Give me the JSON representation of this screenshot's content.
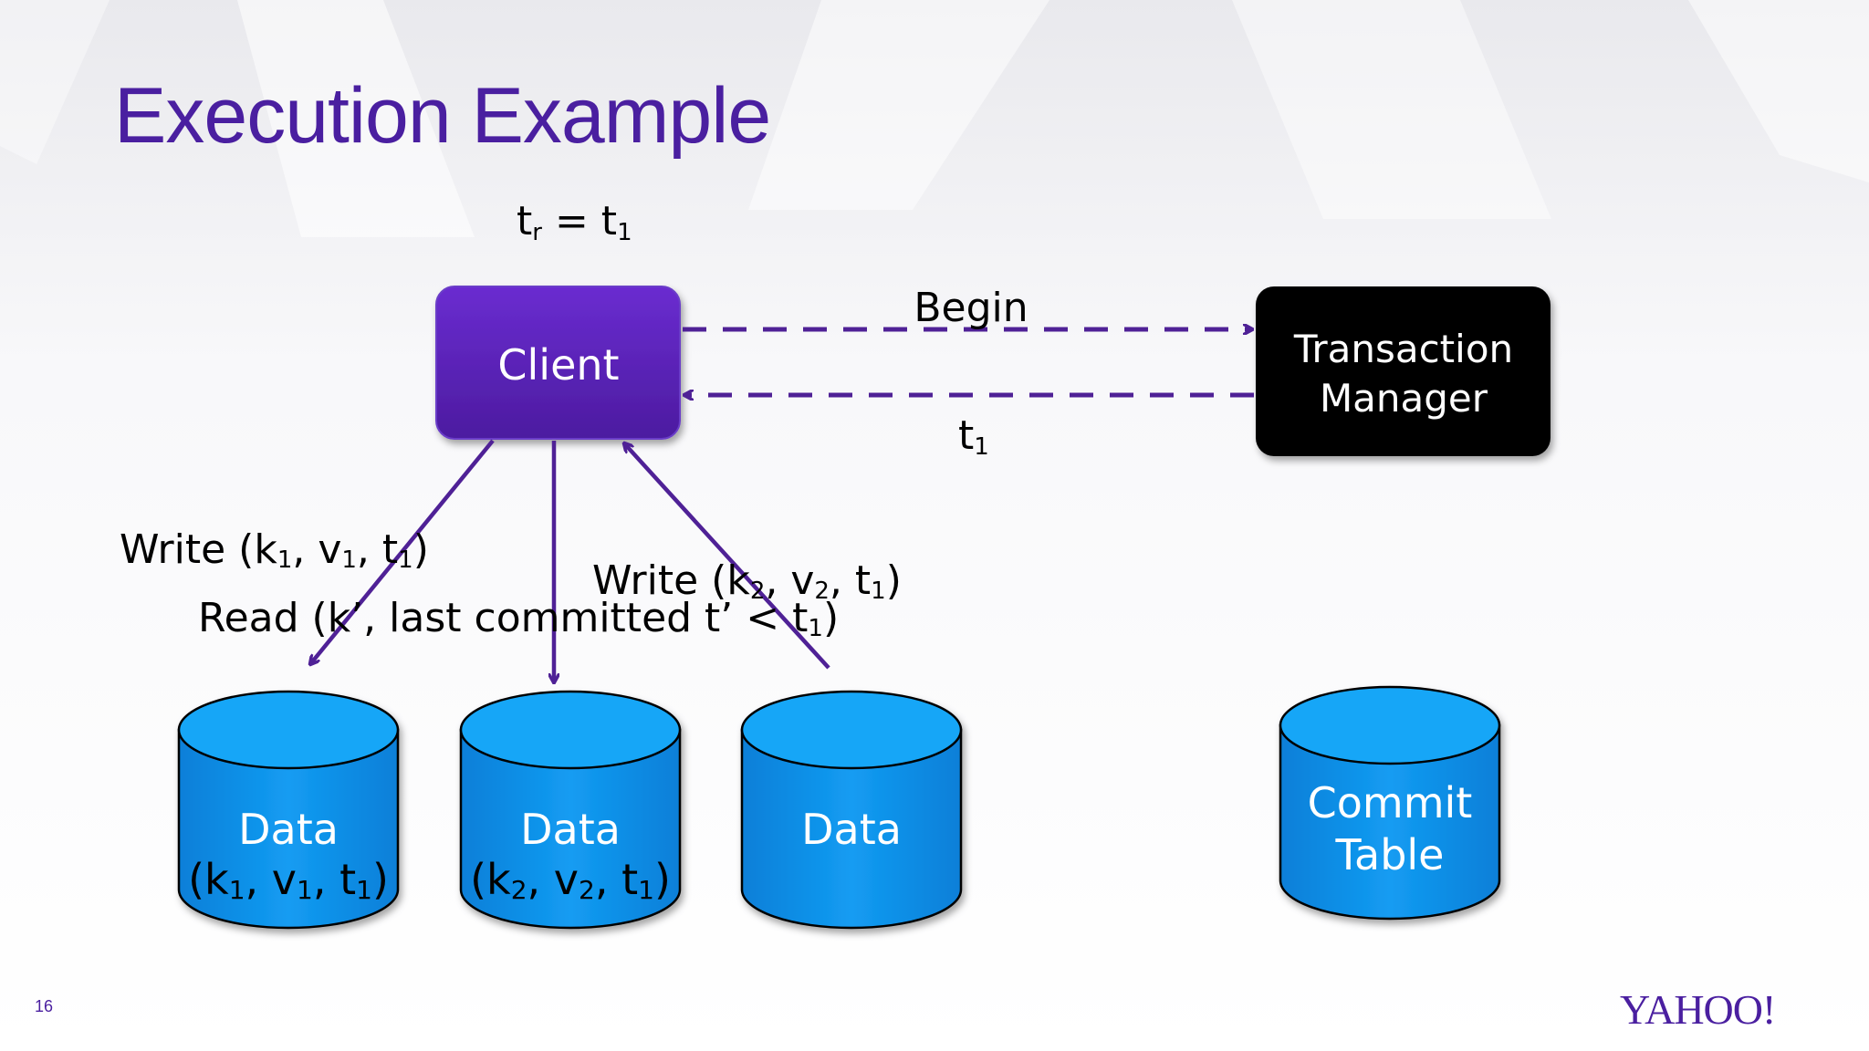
{
  "slide": {
    "title": "Execution Example",
    "number": "16",
    "logo_text": "YAHOO!"
  },
  "diagram": {
    "timestamp_label": {
      "main": "t",
      "sub_r": "r",
      "eq": " = t",
      "sub_1": "1"
    },
    "client": {
      "label": "Client"
    },
    "transaction_manager": {
      "line1": "Transaction",
      "line2": "Manager"
    },
    "begin_label": "Begin",
    "reply_label": {
      "main": "t",
      "sub": "1"
    },
    "write1": {
      "pre": "Write (k",
      "s1": "1",
      "mid1": ", v",
      "s2": "1",
      "mid2": ", t",
      "s3": "1",
      "post": ")"
    },
    "write2": {
      "pre": "Write (k",
      "s1": "2",
      "mid1": ", v",
      "s2": "2",
      "mid2": ", t",
      "s3": "1",
      "post": ")"
    },
    "read": {
      "pre": "Read (k’, last committed t’ < t",
      "s1": "1",
      "post": ")"
    },
    "data1": {
      "line1": "Data",
      "pre": "(k",
      "s1": "1",
      "mid1": ", v",
      "s2": "1",
      "mid2": ", t",
      "s3": "1",
      "post": ")"
    },
    "data2": {
      "line1": "Data",
      "pre": "(k",
      "s1": "2",
      "mid1": ", v",
      "s2": "2",
      "mid2": ", t",
      "s3": "1",
      "post": ")"
    },
    "data3": {
      "line1": "Data"
    },
    "commit_table": {
      "line1": "Commit",
      "line2": "Table"
    }
  },
  "colors": {
    "title": "#4a1fa0",
    "client_fill": "#5a22b8",
    "tm_fill": "#000000",
    "cylinder_fill": "#0a8de8",
    "arrow": "#4f2196"
  }
}
